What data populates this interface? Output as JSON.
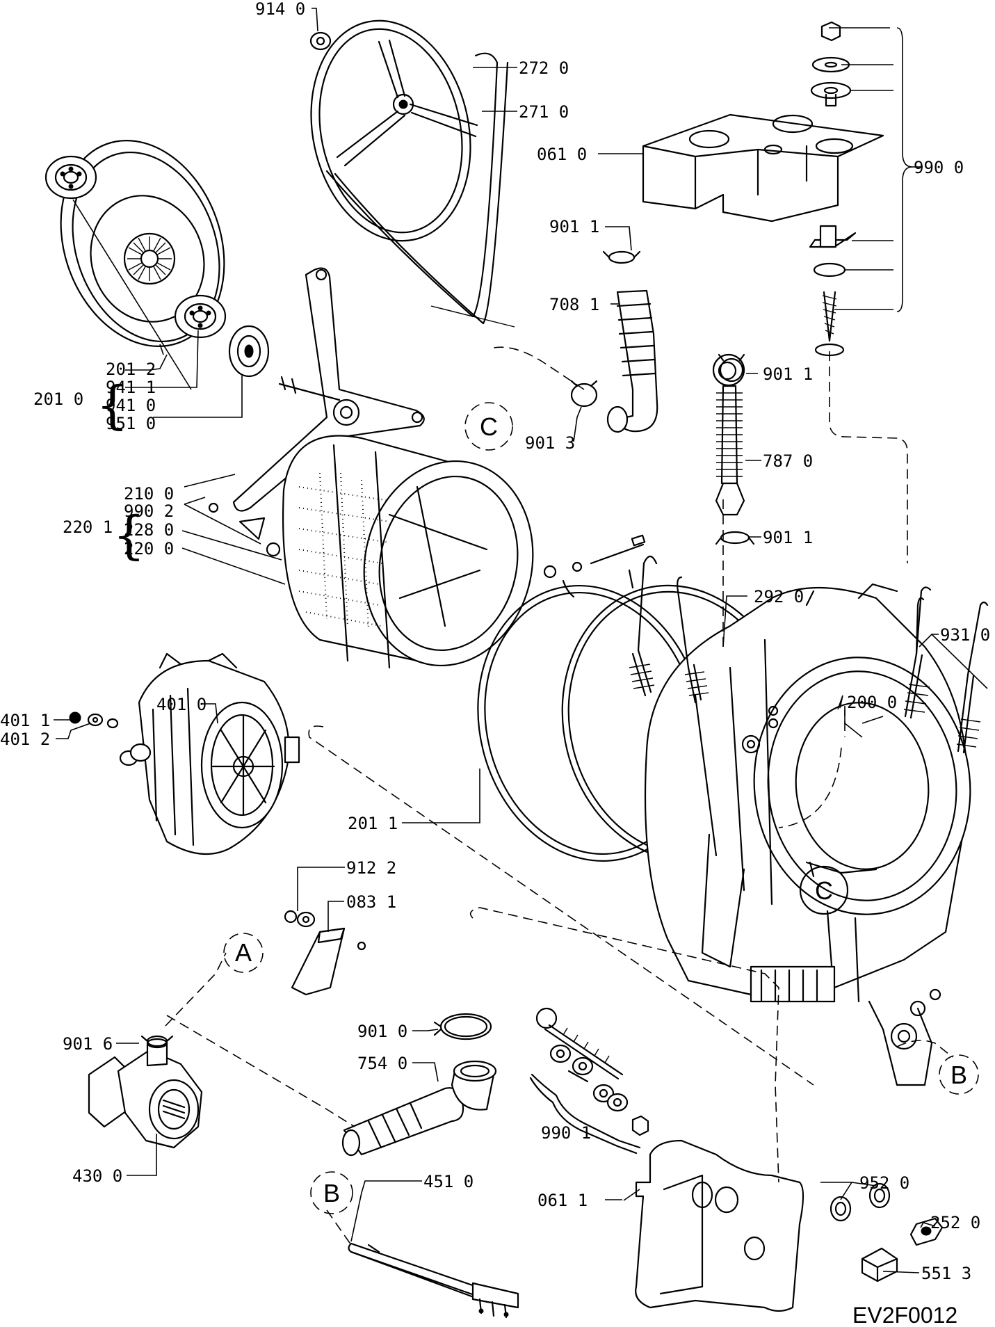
{
  "drawing_code": "EV2F0012",
  "callouts": {
    "c_9140": "914 0",
    "c_2720": "272 0",
    "c_2710": "271 0",
    "c_0610": "061 0",
    "c_9900": "990 0",
    "c_9011_hose": "901 1",
    "c_7081": "708 1",
    "c_9013": "901 3",
    "c_9011_top": "901 1",
    "c_7870": "787 0",
    "c_9011_bot": "901 1",
    "c_2010": "201 0",
    "c_2012": "201 2",
    "c_9411": "941 1",
    "c_9410": "941 0",
    "c_9510": "951 0",
    "c_2201": "220 1",
    "c_2100": "210 0",
    "c_9902": "990 2",
    "c_2280": "228 0",
    "c_2200": "220 0",
    "c_2920": "292 0",
    "c_9310": "931 0",
    "c_2000": "200 0",
    "c_4010": "401 0",
    "c_4011": "401 1",
    "c_4012": "401 2",
    "c_2011": "201 1",
    "c_9122": "912 2",
    "c_0831": "083 1",
    "c_9016": "901 6",
    "c_4300": "430 0",
    "c_9010": "901 0",
    "c_7540": "754 0",
    "c_9901": "990 1",
    "c_0611": "061 1",
    "c_4510": "451 0",
    "c_9520": "952 0",
    "c_2520": "252 0",
    "c_5513": "551 3"
  },
  "references": {
    "ref_c_left": "C",
    "ref_c_tub": "C",
    "ref_a": "A",
    "ref_b_tub": "B",
    "ref_b_heater": "B"
  }
}
